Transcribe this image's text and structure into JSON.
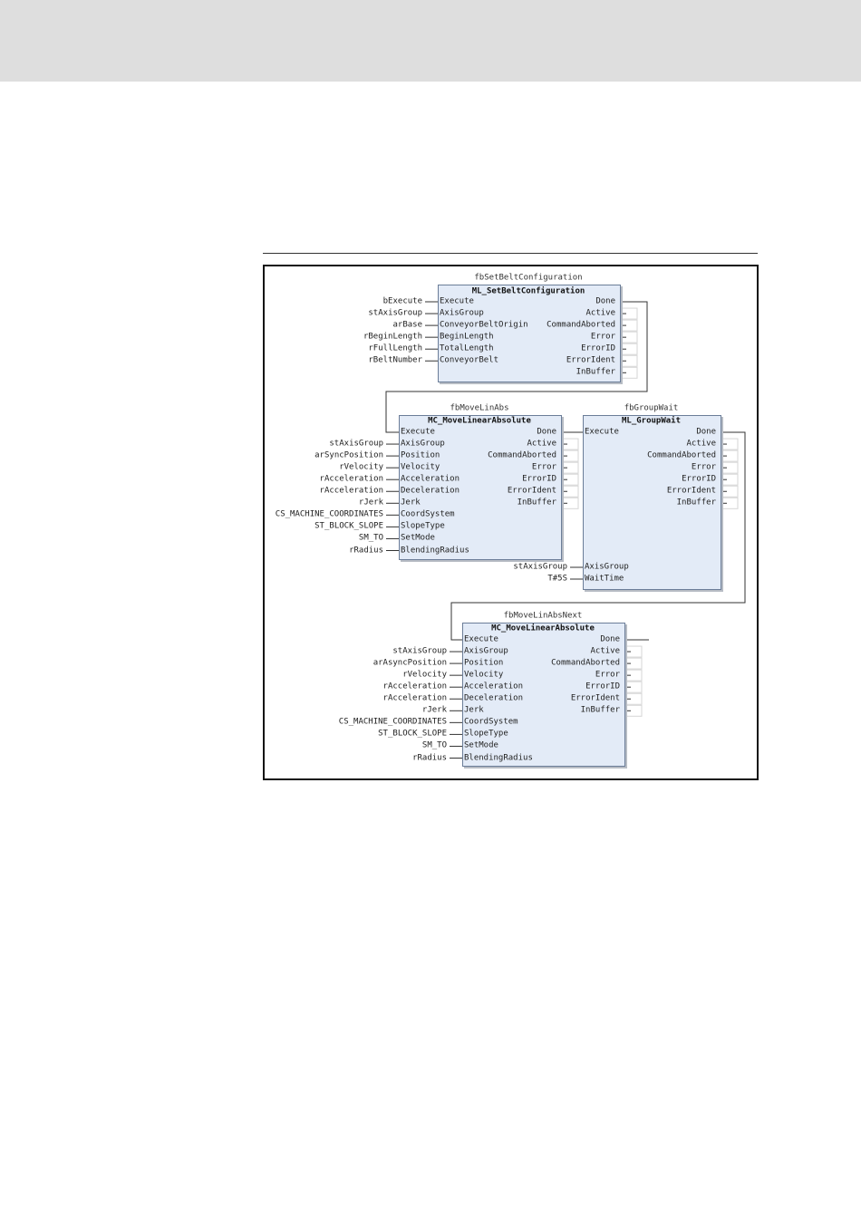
{
  "diagram": {
    "blocks": [
      {
        "id": "setbelt",
        "instance": "fbSetBeltConfiguration",
        "type": "ML_SetBeltConfiguration",
        "inputs": [
          "Execute",
          "AxisGroup",
          "ConveyorBeltOrigin",
          "BeginLength",
          "TotalLength",
          "ConveyorBelt"
        ],
        "outputs": [
          "Done",
          "Active",
          "CommandAborted",
          "Error",
          "ErrorID",
          "ErrorIdent",
          "InBuffer"
        ],
        "input_vars": [
          "bExecute",
          "stAxisGroup",
          "arBase",
          "rBeginLength",
          "rFullLength",
          "rBeltNumber"
        ]
      },
      {
        "id": "movelinabs",
        "instance": "fbMoveLinAbs",
        "type": "MC_MoveLinearAbsolute",
        "inputs": [
          "Execute",
          "AxisGroup",
          "Position",
          "Velocity",
          "Acceleration",
          "Deceleration",
          "Jerk",
          "CoordSystem",
          "SlopeType",
          "SetMode",
          "BlendingRadius"
        ],
        "outputs": [
          "Done",
          "Active",
          "CommandAborted",
          "Error",
          "ErrorID",
          "ErrorIdent",
          "InBuffer"
        ],
        "input_vars": [
          "",
          "stAxisGroup",
          "arSyncPosition",
          "rVelocity",
          "rAcceleration",
          "rAcceleration",
          "rJerk",
          "CS_MACHINE_COORDINATES",
          "ST_BLOCK_SLOPE",
          "SM_TO",
          "rRadius"
        ]
      },
      {
        "id": "groupwait",
        "instance": "fbGroupWait",
        "type": "ML_GroupWait",
        "inputs": [
          "Execute",
          "AxisGroup",
          "WaitTime"
        ],
        "outputs": [
          "Done",
          "Active",
          "CommandAborted",
          "Error",
          "ErrorID",
          "ErrorIdent",
          "InBuffer"
        ],
        "input_vars": [
          "",
          "stAxisGroup",
          "T#5S"
        ]
      },
      {
        "id": "movelinabsnext",
        "instance": "fbMoveLinAbsNext",
        "type": "MC_MoveLinearAbsolute",
        "inputs": [
          "Execute",
          "AxisGroup",
          "Position",
          "Velocity",
          "Acceleration",
          "Deceleration",
          "Jerk",
          "CoordSystem",
          "SlopeType",
          "SetMode",
          "BlendingRadius"
        ],
        "outputs": [
          "Done",
          "Active",
          "CommandAborted",
          "Error",
          "ErrorID",
          "ErrorIdent",
          "InBuffer"
        ],
        "input_vars": [
          "",
          "stAxisGroup",
          "arAsyncPosition",
          "rVelocity",
          "rAcceleration",
          "rAcceleration",
          "rJerk",
          "CS_MACHINE_COORDINATES",
          "ST_BLOCK_SLOPE",
          "SM_TO",
          "rRadius"
        ]
      }
    ]
  },
  "colors": {
    "block_fill": "#e3ebf7",
    "block_border": "#6b7d98",
    "wire": "#333333",
    "header_band": "#dedede"
  }
}
